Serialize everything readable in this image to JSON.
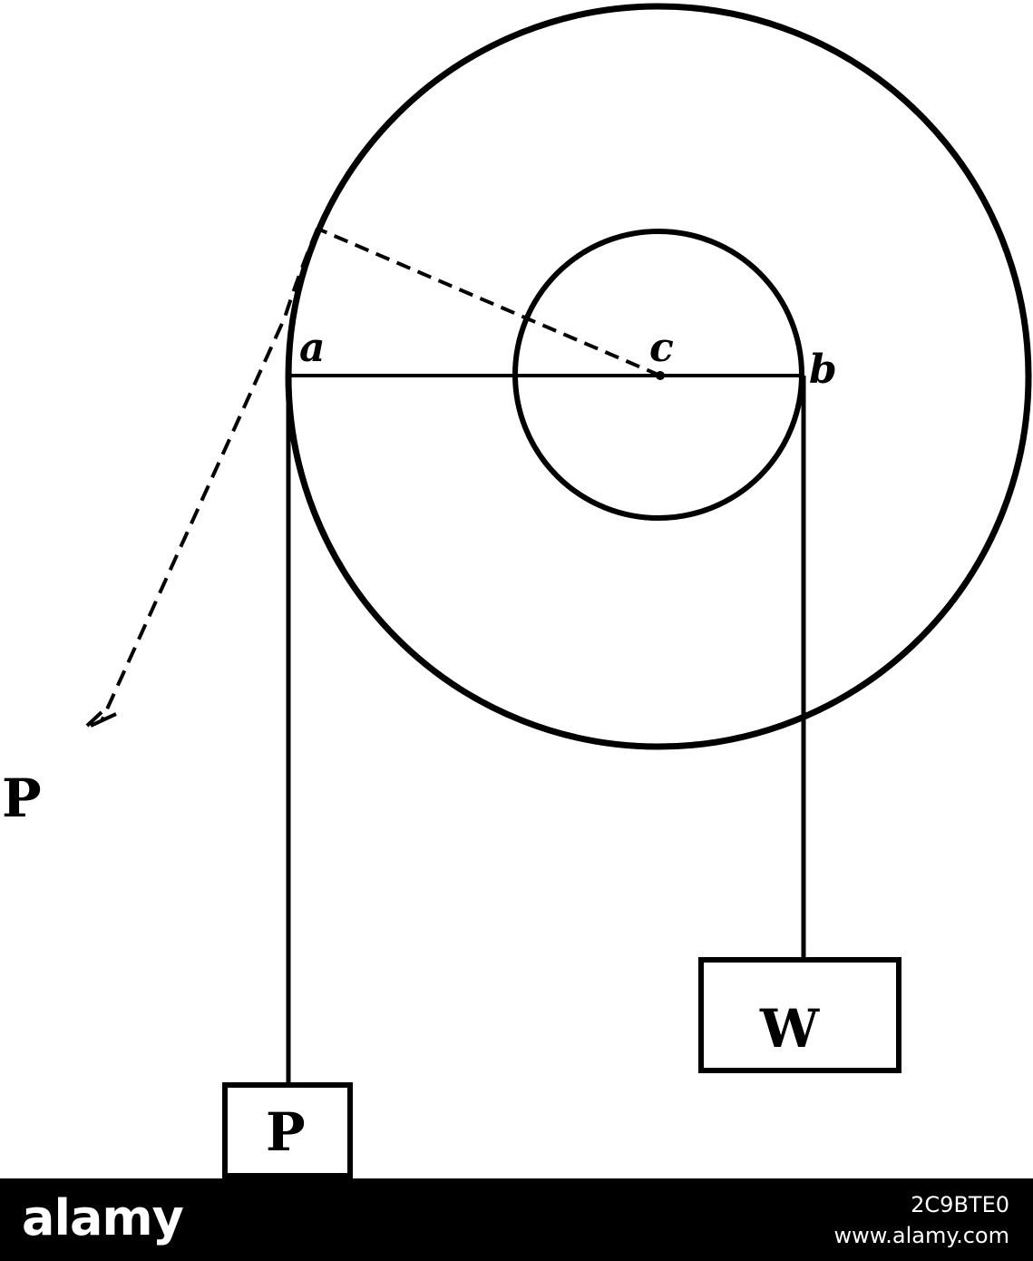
{
  "diagram": {
    "point_labels": {
      "a": "a",
      "b": "b",
      "c": "c"
    },
    "force_label": "P",
    "weight_labels": {
      "left_box": "P",
      "right_box": "W"
    }
  },
  "footer": {
    "logo_text": "alamy",
    "image_id": "2C9BTE0",
    "url": "www.alamy.com",
    "background_color": "#000000",
    "text_color": "#ffffff"
  }
}
